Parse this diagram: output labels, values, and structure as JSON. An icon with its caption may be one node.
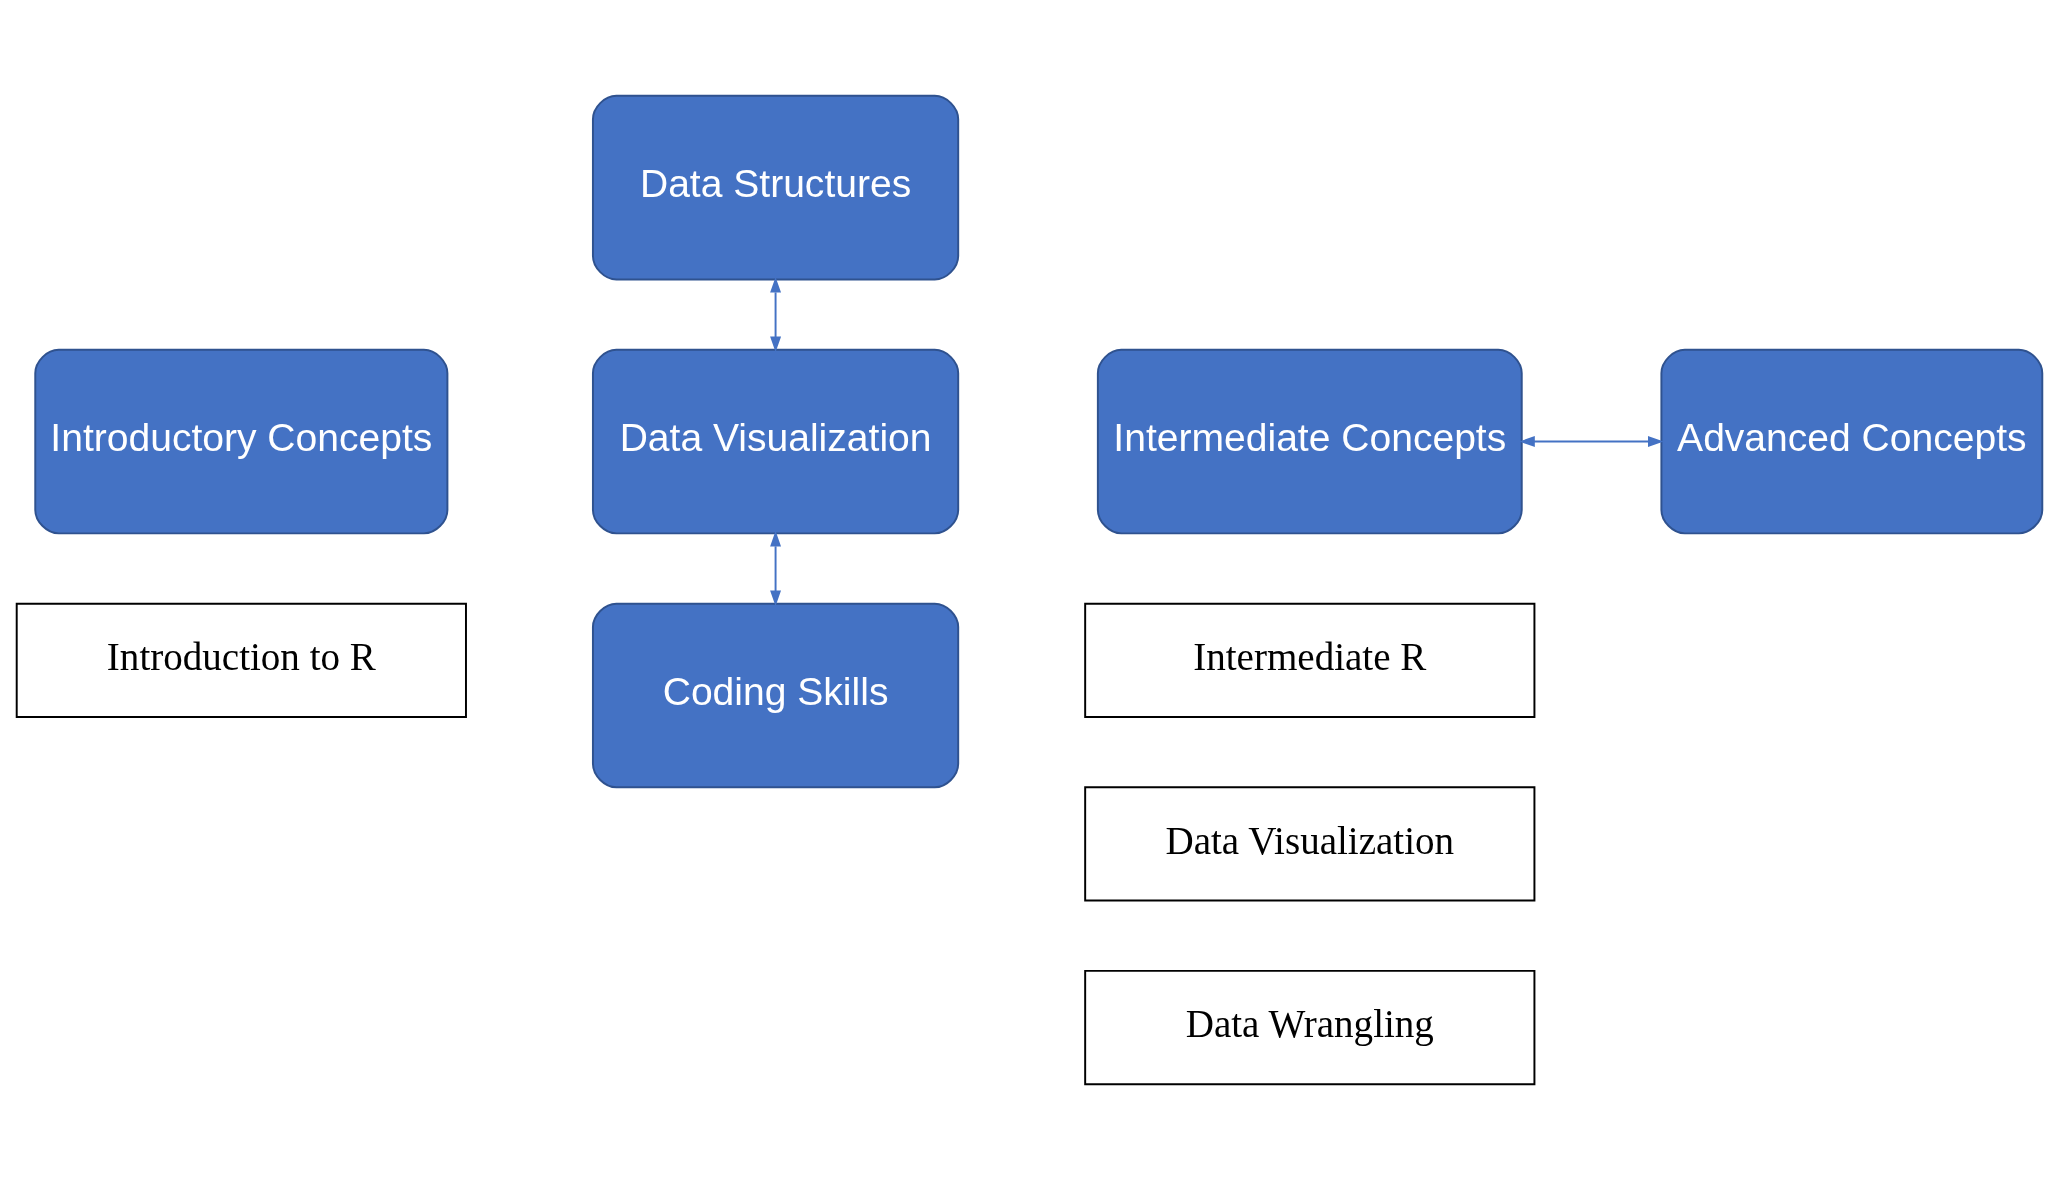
{
  "diagram": {
    "nodes": [
      {
        "text": [
          "Introductory Concepts"
        ]
      },
      {
        "text": [
          "Data Structures"
        ]
      },
      {
        "text": [
          "Data Visualization"
        ]
      },
      {
        "text": [
          "Coding Skills"
        ]
      },
      {
        "text": [
          "Intermediate Concepts"
        ]
      },
      {
        "text": [
          "Advanced Concepts"
        ]
      },
      {
        "text": [
          "Introduction to R"
        ]
      },
      {
        "text": [
          "Intermediate R"
        ]
      },
      {
        "text": [
          "Data Visualization"
        ]
      },
      {
        "text": [
          "Data Wrangling"
        ]
      }
    ],
    "edges": [
      {
        "from": 1,
        "to": 2,
        "arrow": "both"
      },
      {
        "from": 2,
        "to": 3,
        "arrow": "both"
      },
      {
        "from": 4,
        "to": 5,
        "arrow": "both"
      }
    ]
  }
}
